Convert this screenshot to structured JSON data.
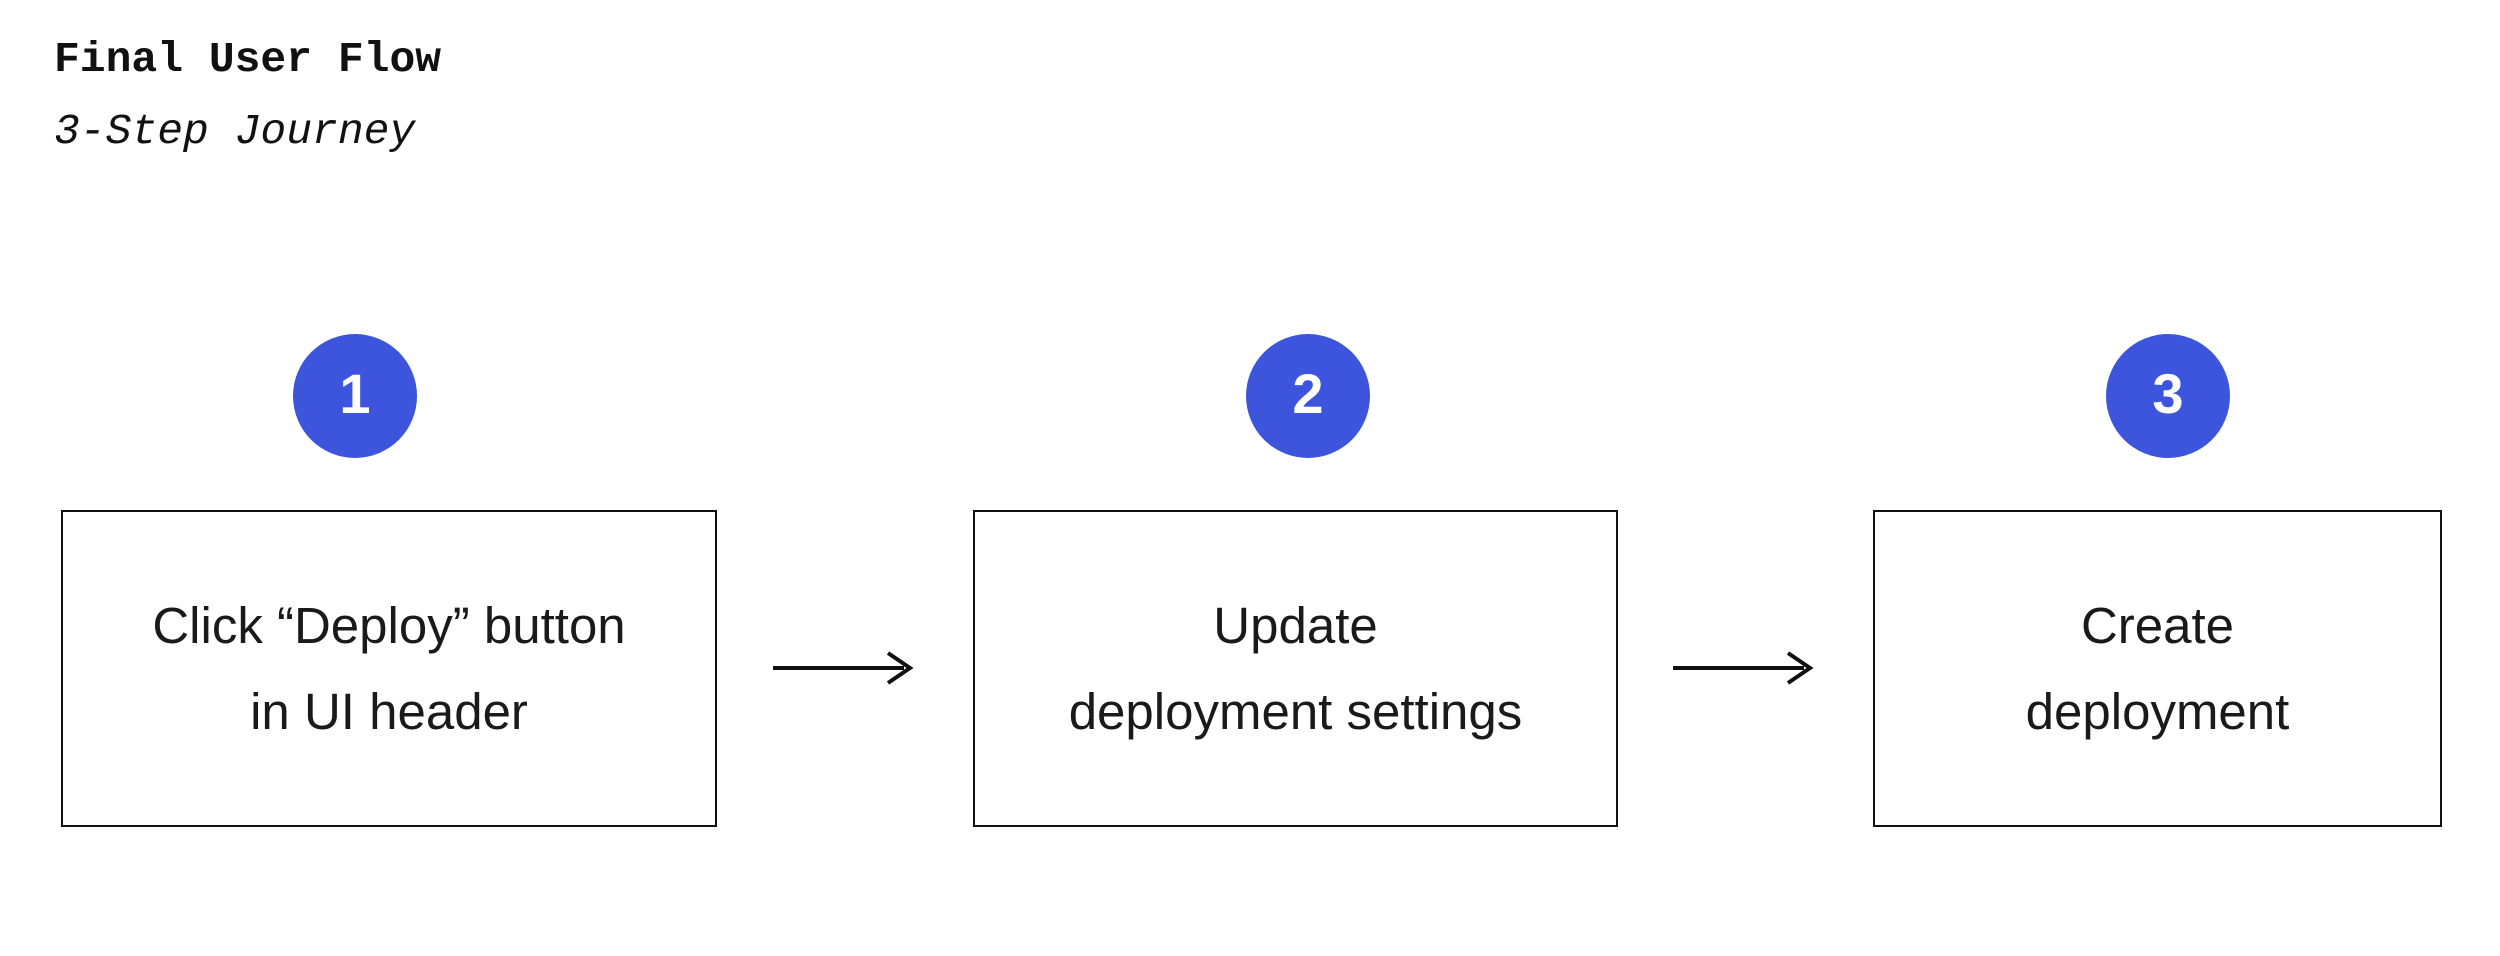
{
  "header": {
    "title": "Final User Flow",
    "subtitle": "3-Step Journey"
  },
  "steps": [
    {
      "number": "1",
      "line1": "Click “Deploy” button",
      "line2": "in UI header"
    },
    {
      "number": "2",
      "line1": "Update",
      "line2": "deployment settings"
    },
    {
      "number": "3",
      "line1": "Create",
      "line2": "deployment"
    }
  ],
  "connectors": [
    {
      "icon": "arrow-right",
      "from": "1",
      "to": "2"
    },
    {
      "icon": "arrow-right",
      "from": "2",
      "to": "3"
    }
  ],
  "colors": {
    "accent": "#3C55DC",
    "background": "#FFFFFF",
    "text": "#111111",
    "box_border": "#111111",
    "box_text": "#1A1A1A"
  }
}
